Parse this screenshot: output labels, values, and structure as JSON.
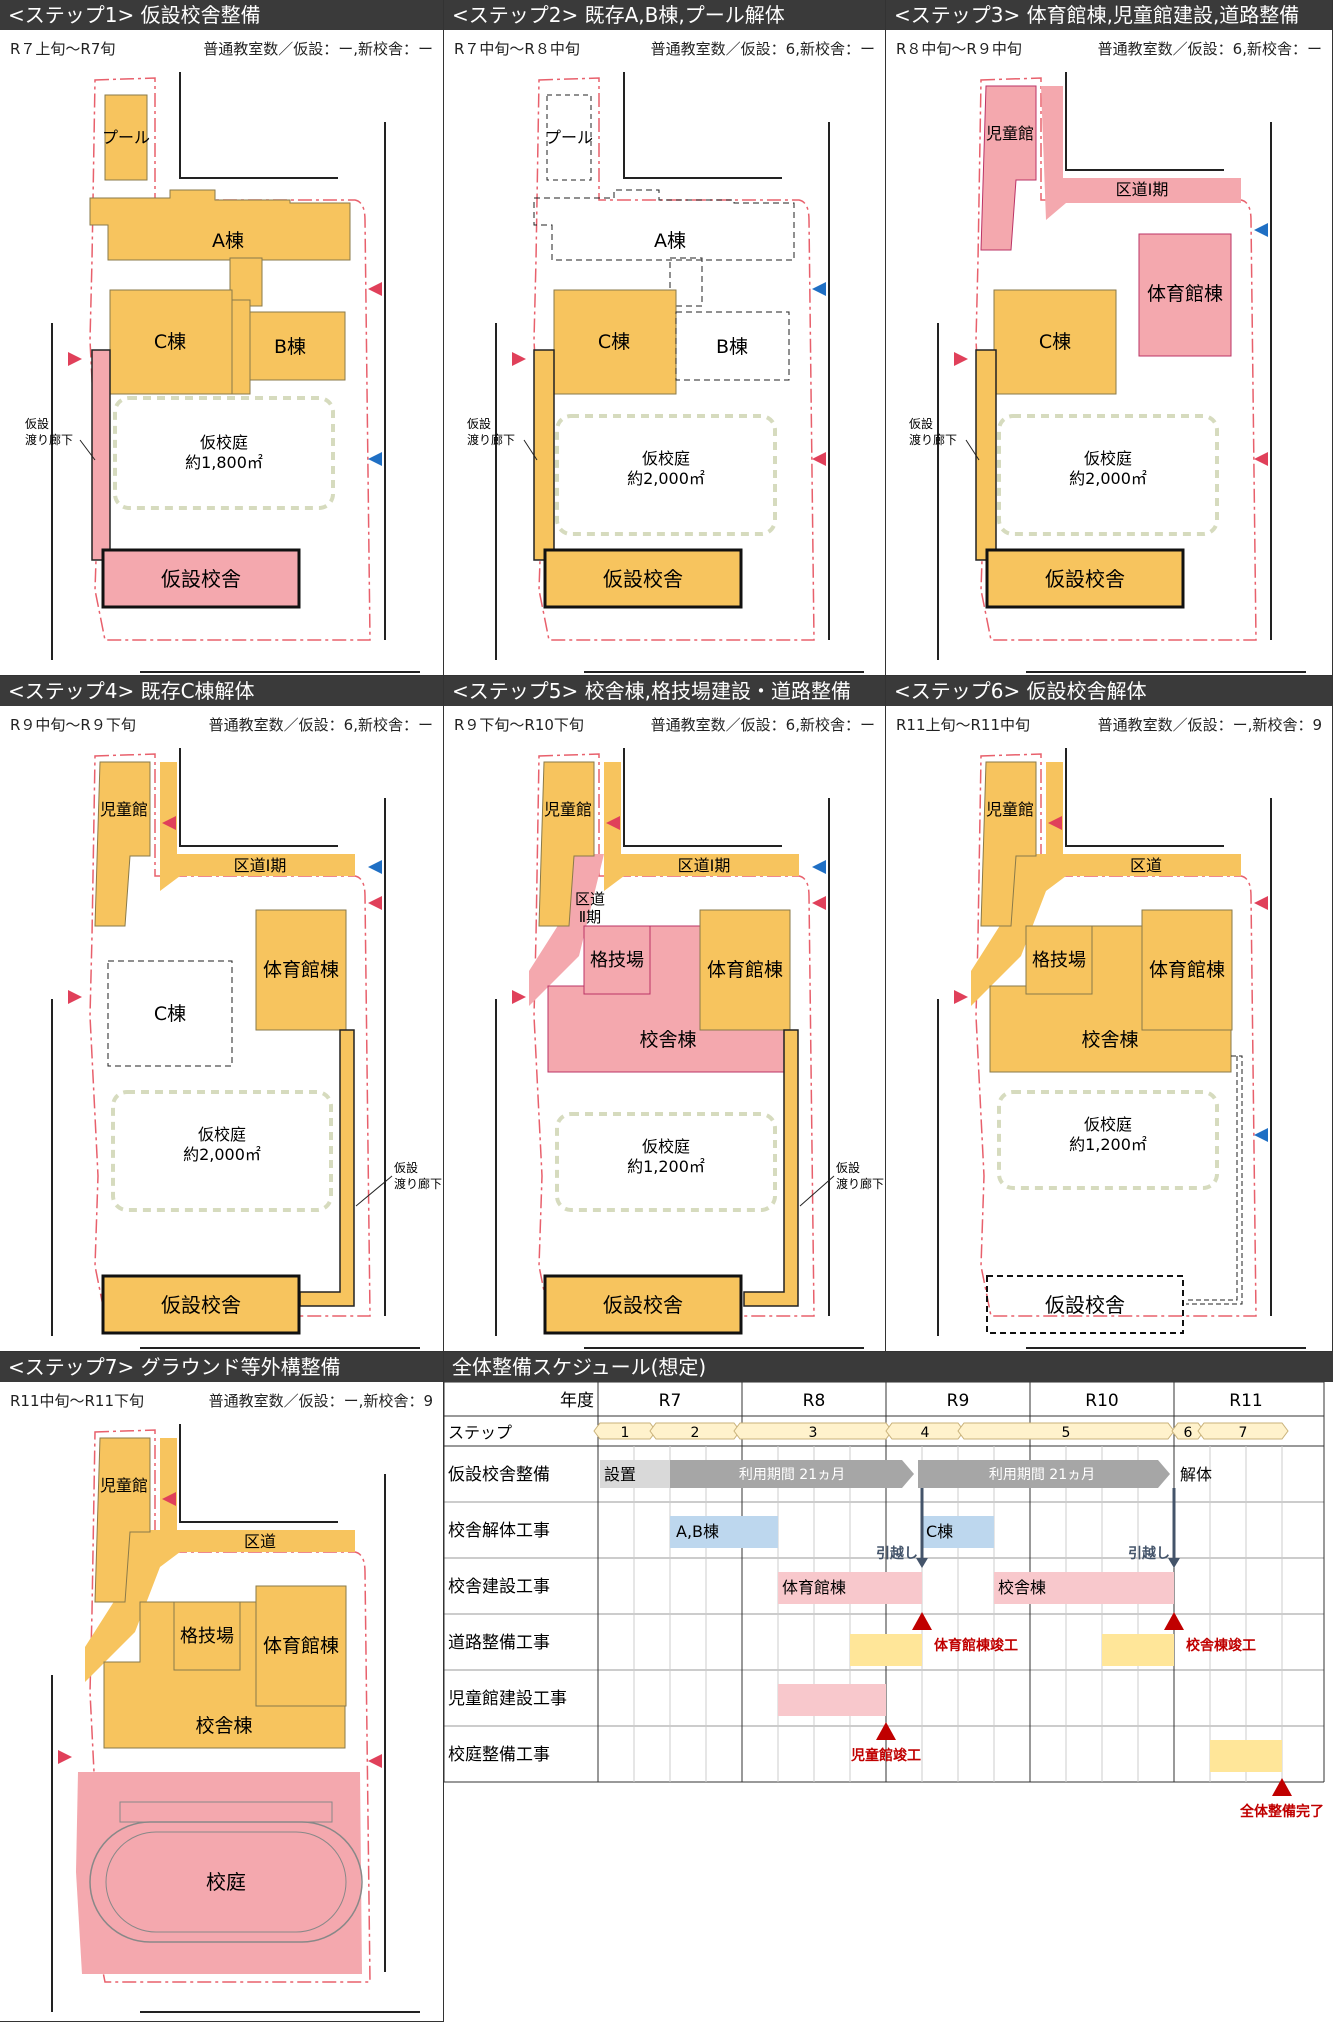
{
  "steps": [
    {
      "title": "<ステップ1> 仮設校舎整備",
      "period": "R７上旬～R7旬",
      "classrooms": "普通教室数／仮設：ー,新校舎：ー",
      "labels": {
        "pool": "プール",
        "a": "A棟",
        "b": "B棟",
        "c": "C棟",
        "yard": "仮校庭",
        "yard_area": "約1,800㎡",
        "temp": "仮設校舎",
        "corridor1": "仮設",
        "corridor2": "渡り廊下"
      }
    },
    {
      "title": "<ステップ2> 既存A,B棟,プール解体",
      "period": "R７中旬～R８中旬",
      "classrooms": "普通教室数／仮設：6,新校舎：ー",
      "labels": {
        "pool": "プール",
        "a": "A棟",
        "b": "B棟",
        "c": "C棟",
        "yard": "仮校庭",
        "yard_area": "約2,000㎡",
        "temp": "仮設校舎",
        "corridor1": "仮設",
        "corridor2": "渡り廊下"
      }
    },
    {
      "title": "<ステップ3> 体育館棟,児童館建設,道路整備",
      "period": "R８中旬～R９中旬",
      "classrooms": "普通教室数／仮設：6,新校舎：ー",
      "labels": {
        "jidokan": "児童館",
        "road": "区道Ⅰ期",
        "gym": "体育館棟",
        "c": "C棟",
        "yard": "仮校庭",
        "yard_area": "約2,000㎡",
        "temp": "仮設校舎",
        "corridor1": "仮設",
        "corridor2": "渡り廊下"
      }
    },
    {
      "title": "<ステップ4> 既存C棟解体",
      "period": "R９中旬～R９下旬",
      "classrooms": "普通教室数／仮設：6,新校舎：ー",
      "labels": {
        "jidokan": "児童館",
        "road": "区道Ⅰ期",
        "gym": "体育館棟",
        "c": "C棟",
        "yard": "仮校庭",
        "yard_area": "約2,000㎡",
        "temp": "仮設校舎",
        "corridor1": "仮設",
        "corridor2": "渡り廊下"
      }
    },
    {
      "title": "<ステップ5> 校舎棟,格技場建設・道路整備",
      "period": "R９下旬～R10下旬",
      "classrooms": "普通教室数／仮設：6,新校舎：ー",
      "labels": {
        "jidokan": "児童館",
        "road": "区道Ⅰ期",
        "road2a": "区道",
        "road2b": "Ⅱ期",
        "kakugi": "格技場",
        "gym": "体育館棟",
        "school": "校舎棟",
        "yard": "仮校庭",
        "yard_area": "約1,200㎡",
        "temp": "仮設校舎",
        "corridor1": "仮設",
        "corridor2": "渡り廊下"
      }
    },
    {
      "title": "<ステップ6> 仮設校舎解体",
      "period": "R11上旬～R11中旬",
      "classrooms": "普通教室数／仮設：ー,新校舎：9",
      "labels": {
        "jidokan": "児童館",
        "road": "区道",
        "kakugi": "格技場",
        "gym": "体育館棟",
        "school": "校舎棟",
        "yard": "仮校庭",
        "yard_area": "約1,200㎡",
        "temp": "仮設校舎"
      }
    },
    {
      "title": "<ステップ7> グラウンド等外構整備",
      "period": "R11中旬～R11下旬",
      "classrooms": "普通教室数／仮設：ー,新校舎：9",
      "labels": {
        "jidokan": "児童館",
        "road": "区道",
        "kakugi": "格技場",
        "gym": "体育館棟",
        "school": "校舎棟",
        "ground": "校庭"
      }
    }
  ],
  "schedule": {
    "title": "全体整備スケジュール(想定)",
    "year_header": "年度",
    "years": [
      "R7",
      "R8",
      "R9",
      "R10",
      "R11"
    ],
    "step_header": "ステップ",
    "step_numbers": [
      "1",
      "2",
      "3",
      "4",
      "5",
      "6",
      "7"
    ],
    "rows": [
      "仮設校舎整備",
      "校舎解体工事",
      "校舎建設工事",
      "道路整備工事",
      "児童館建設工事",
      "校庭整備工事"
    ],
    "bars": {
      "setchi": "設置",
      "use1": "利用期間 21ヵ月",
      "use2": "利用期間 21ヵ月",
      "kaitai": "解体",
      "ab": "A,B棟",
      "c": "C棟",
      "gym": "体育館棟",
      "school": "校舎棟"
    },
    "notes": {
      "move1": "引越し",
      "move2": "引越し",
      "gym_done": "体育館棟竣工",
      "school_done": "校舎棟竣工",
      "jidokan_done": "児童館竣工",
      "all_done": "全体整備完了"
    },
    "colors": {
      "grey": "#a6a6a6",
      "blue": "#bdd7ee",
      "pink": "#f8c8cc",
      "yellow": "#ffe699",
      "red": "#c00000",
      "navy": "#44546a"
    }
  },
  "colors": {
    "orange": "#f7c45e",
    "pink": "#f4a8ae",
    "yard_border": "#d6dbbe",
    "site_line": "#e8606c",
    "arrow_red": "#e0405a",
    "arrow_blue": "#1f6fc4"
  }
}
